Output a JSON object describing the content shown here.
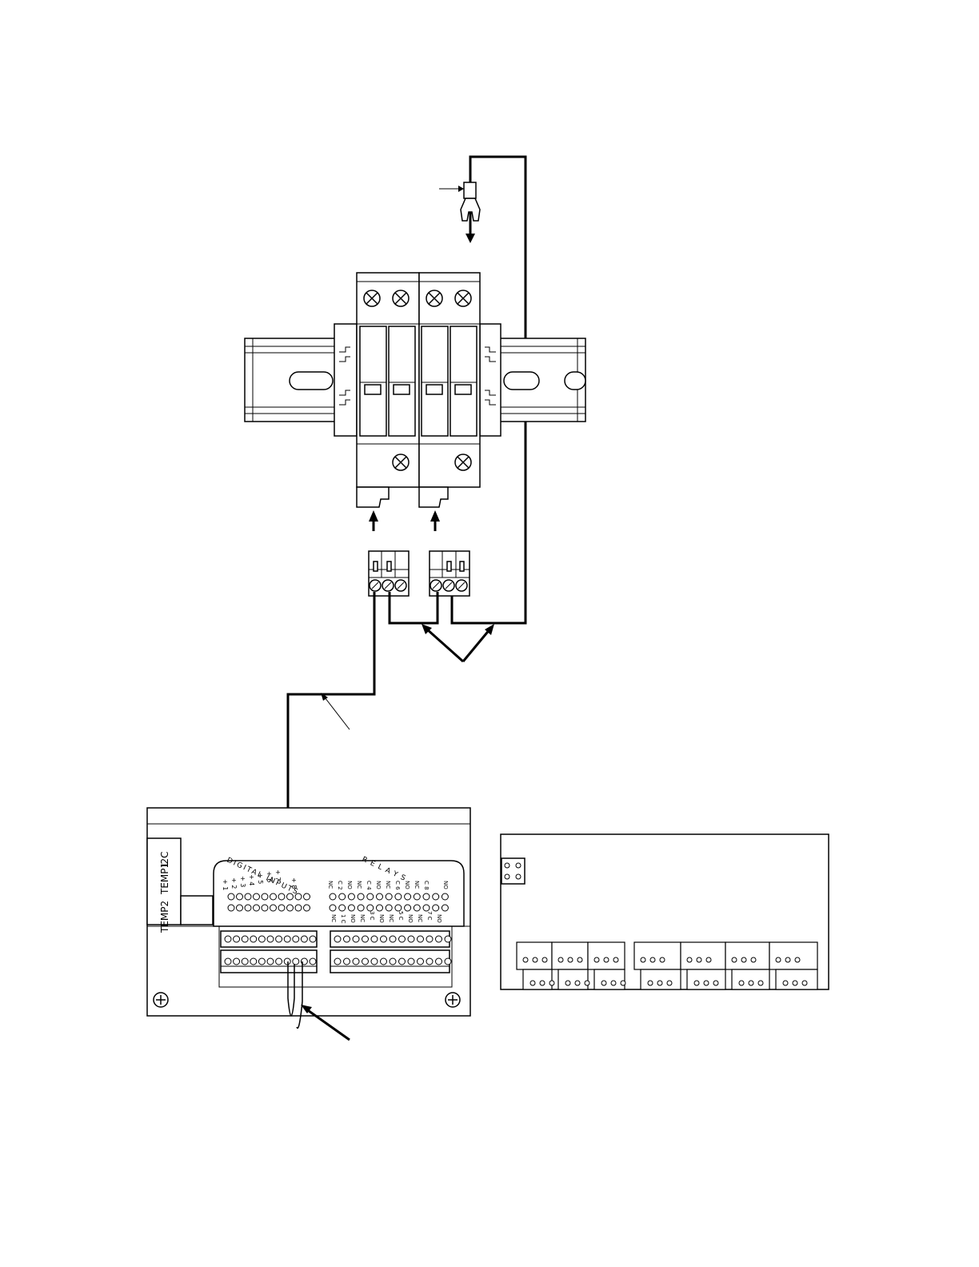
{
  "enclosure": {
    "sensor_labels": [
      "TEMP2",
      "TEMP1",
      "I2C"
    ],
    "digital_inputs_header": "DIGITAL INPUTS",
    "digital_input_pins": [
      "+ 1",
      "+ 2",
      "+ 3",
      "+ 4",
      "+ 5",
      "+ 6",
      "+ 7",
      "+ 8"
    ],
    "relays_header": "RELAYS",
    "relay_pins_top": [
      "NC",
      "C 2",
      "NO",
      "NC",
      "C 4",
      "NO",
      "NC",
      "C 6",
      "NO",
      "NC",
      "C 8",
      "NO"
    ],
    "relay_pins_bottom": [
      "NC",
      "1 C",
      "NO",
      "NC",
      "3 C",
      "NO",
      "NC",
      "5 C",
      "NO",
      "NC",
      "7 C",
      "NO"
    ]
  },
  "icons": {
    "ground_terminal": "spade-lug-icon",
    "surge_protector": "din-rail-surge-module-icon",
    "connector": "3-pin-plug-icon",
    "screw": "phillips-screw-icon"
  }
}
